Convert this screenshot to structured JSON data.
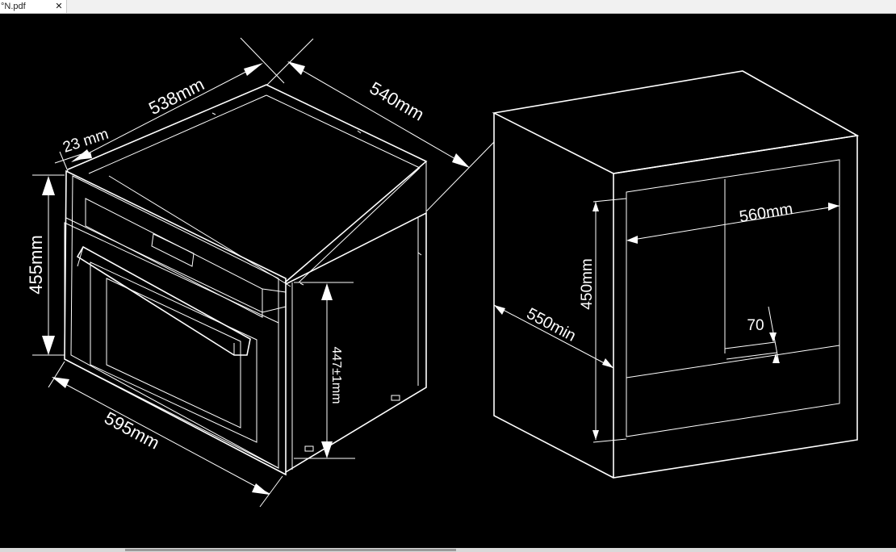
{
  "tab": {
    "title": "°N.pdf",
    "close": "✕"
  },
  "icons": {
    "close": "close-icon"
  },
  "colors": {
    "background": "#000000",
    "lines": "#ffffff",
    "tabbar": "#f1f1f1"
  },
  "dimensions": {
    "depth_top": "538mm",
    "depth_side": "540mm",
    "front_panel": "23 mm",
    "height": "455mm",
    "width": "595mm",
    "side_height": "447±1mm",
    "niche_width": "560mm",
    "niche_height": "450mm",
    "niche_depth": "550min",
    "vent": "70"
  }
}
